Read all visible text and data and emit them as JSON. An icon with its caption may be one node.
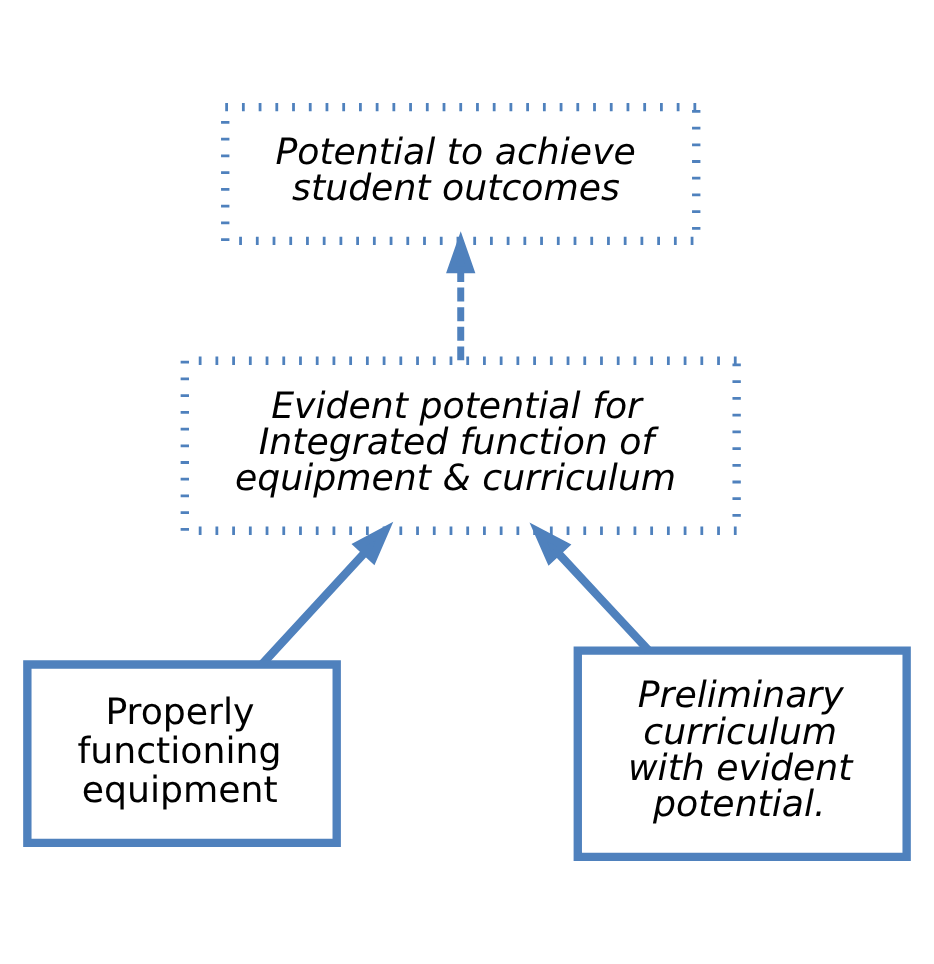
{
  "diagram": {
    "nodes": [
      {
        "text": [
          "Potential to achieve student outcomes"
        ]
      },
      {
        "text": [
          "Evident potential for Integrated function of equipment & curriculum"
        ]
      },
      {
        "text": [
          "Properly functioning equipment"
        ]
      },
      {
        "text": [
          "Preliminary curriculum with evident potential."
        ]
      }
    ],
    "edges": [
      {
        "from": 1,
        "to": 0,
        "arrow": "to",
        "style": "dashed"
      },
      {
        "from": 2,
        "to": 1,
        "arrow": "to"
      },
      {
        "from": 3,
        "to": 1,
        "arrow": "to"
      }
    ]
  }
}
